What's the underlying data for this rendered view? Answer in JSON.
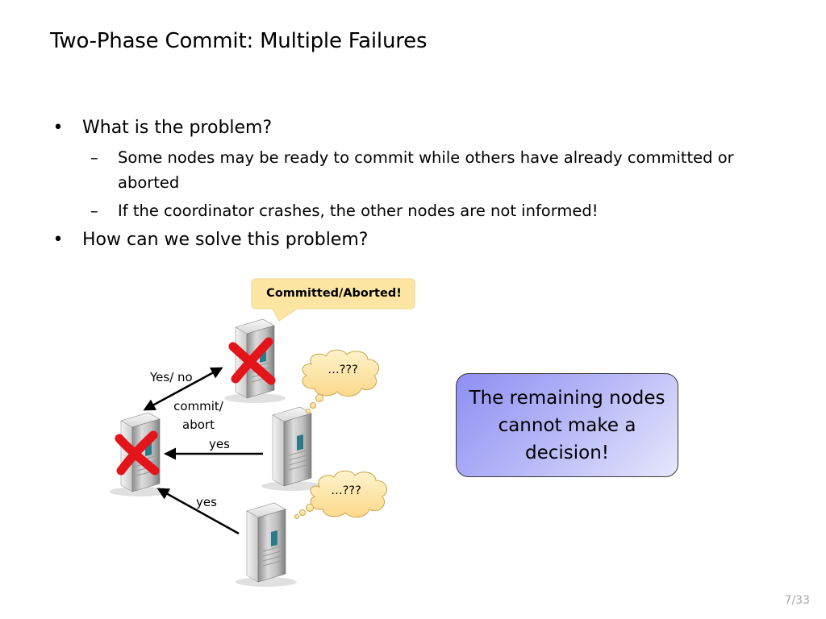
{
  "slide": {
    "title": "Two-Phase Commit: Multiple Failures",
    "page_number": "7/33"
  },
  "bullets": [
    {
      "marker": "•",
      "text": "What is the problem?"
    },
    {
      "marker": "–",
      "text": "Some nodes may be ready to commit while others have already committed or aborted"
    },
    {
      "marker": "–",
      "text": "If the coordinator crashes, the other nodes are not informed!"
    },
    {
      "marker": "•",
      "text": "How can we solve this problem?"
    }
  ],
  "diagram": {
    "callout": "Committed/Aborted!",
    "thought_1": "…???",
    "thought_2": "…???",
    "label_yes_no": "Yes/ no",
    "label_commit_line1": "commit/",
    "label_commit_line2": "abort",
    "label_yes_1": "yes",
    "label_yes_2": "yes",
    "note": "The remaining nodes cannot make a decision!"
  },
  "colors": {
    "callout_fill": "#fde6a4",
    "thought_fill": "#fde7a8",
    "note_gradient_start": "#8e8ff3",
    "note_gradient_end": "#e6e7fc",
    "crash_mark": "#e3141a"
  },
  "icons": [
    "server-icon",
    "crash-x-icon",
    "speech-bubble-icon",
    "thought-bubble-icon",
    "arrow-icon"
  ]
}
